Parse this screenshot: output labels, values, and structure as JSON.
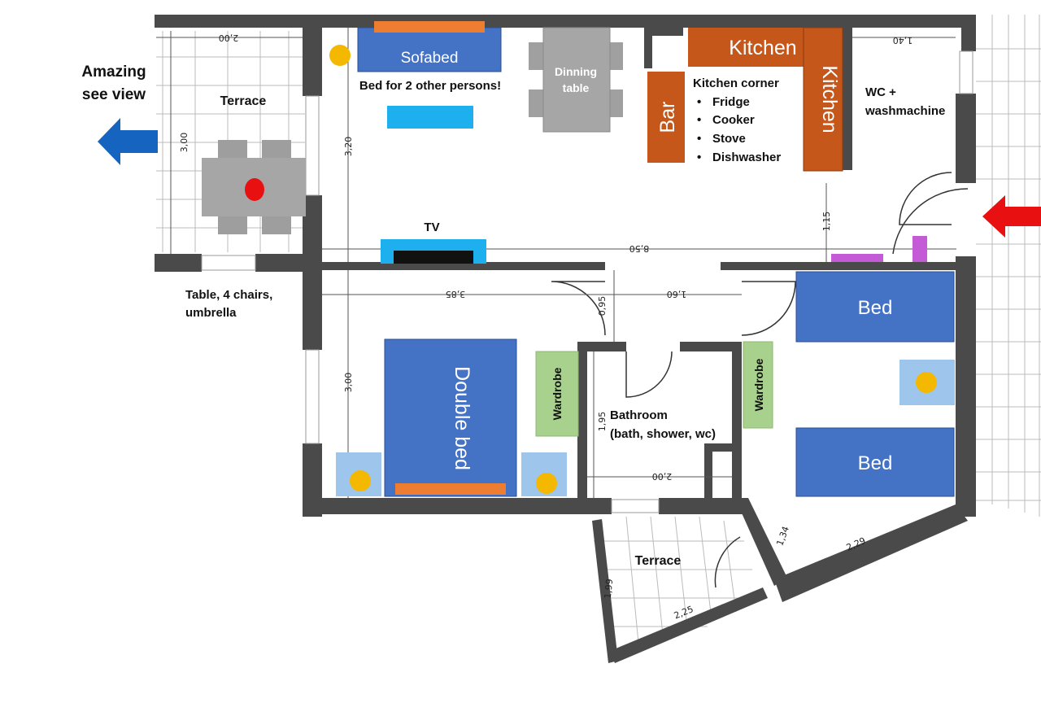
{
  "view_note": {
    "line1": "Amazing",
    "line2": "see view"
  },
  "rooms": {
    "terrace_left": "Terrace",
    "terrace_bottom": "Terrace",
    "terrace_left_note": {
      "line1": "Table, 4 chairs,",
      "line2": "umbrella"
    },
    "sofabed_note": "Bed for 2 other persons!",
    "wc": {
      "line1": "WC +",
      "line2": "washmachine"
    },
    "bathroom": {
      "line1": "Bathroom",
      "line2": "(bath, shower, wc)"
    },
    "kitchen_corner": {
      "title": "Kitchen corner",
      "items": [
        "Fridge",
        "Cooker",
        "Stove",
        "Dishwasher"
      ]
    }
  },
  "furniture": {
    "sofabed": "Sofabed",
    "dinning_table": {
      "line1": "Dinning",
      "line2": "table"
    },
    "kitchen_top": "Kitchen",
    "kitchen_side": "Kitchen",
    "bar": "Bar",
    "tv": "TV",
    "double_bed": "Double bed",
    "wardrobe_left": "Wardrobe",
    "wardrobe_right": "Wardrobe",
    "bed_top": "Bed",
    "bed_bottom": "Bed"
  },
  "dimensions": {
    "terrace_width": "2,00",
    "terrace_depth": "3,00",
    "living_depth": "3,20",
    "total_length": "8,50",
    "wc_width": "1,40",
    "entrance_depth": "1,15",
    "bedroom_length": "3,85",
    "bedroom_depth": "3,00",
    "hall_width": "1,60",
    "hall_depth": "0,95",
    "bath_depth": "1,95",
    "bath_width": "2,00",
    "balcony_side": "1,34",
    "balcony_front": "2,29",
    "terrace2_depth": "1,99",
    "terrace2_width": "2,25"
  },
  "colors": {
    "wall": "#4a4a4a",
    "bed_blue": "#3f6fc4",
    "kitchen_orange": "#c5571a",
    "wardrobe_green": "#a9d18e",
    "lamp_yellow": "#f5b800",
    "view_arrow_blue": "#1565c0",
    "entry_arrow_red": "#e81010",
    "tv_cyan": "#1eb0ee",
    "table_gray": "#a6a6a6",
    "violet": "#c55ad6"
  }
}
